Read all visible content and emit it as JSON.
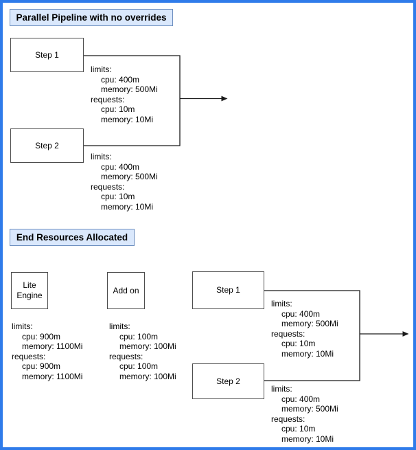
{
  "diagram": {
    "frame_color": "#2F7BEA",
    "title_fill": "#DAE8FC",
    "title_border": "#6C8EBF",
    "section1": {
      "title": "Parallel Pipeline with no overrides",
      "step1": {
        "label": "Step 1"
      },
      "step2": {
        "label": "Step 2"
      },
      "step1_resources": {
        "lines": [
          "limits:",
          "cpu: 400m",
          "memory: 500Mi",
          "requests:",
          "cpu: 10m",
          "memory: 10Mi"
        ]
      },
      "step2_resources": {
        "lines": [
          "limits:",
          "cpu: 400m",
          "memory: 500Mi",
          "requests:",
          "cpu: 10m",
          "memory: 10Mi"
        ]
      }
    },
    "section2": {
      "title": "End Resources Allocated",
      "lite_engine": {
        "label": "Lite Engine"
      },
      "addon": {
        "label": "Add on"
      },
      "step1": {
        "label": "Step 1"
      },
      "step2": {
        "label": "Step 2"
      },
      "lite_engine_resources": {
        "lines": [
          "limits:",
          "cpu: 900m",
          "memory: 1100Mi",
          "requests:",
          "cpu: 900m",
          "memory: 1100Mi"
        ]
      },
      "addon_resources": {
        "lines": [
          "limits:",
          "cpu: 100m",
          "memory: 100Mi",
          "requests:",
          "cpu: 100m",
          "memory: 100Mi"
        ]
      },
      "step1_resources": {
        "lines": [
          "limits:",
          "cpu: 400m",
          "memory: 500Mi",
          "requests:",
          "cpu: 10m",
          "memory: 10Mi"
        ]
      },
      "step2_resources": {
        "lines": [
          "limits:",
          "cpu: 400m",
          "memory: 500Mi",
          "requests:",
          "cpu: 10m",
          "memory: 10Mi"
        ]
      }
    }
  }
}
